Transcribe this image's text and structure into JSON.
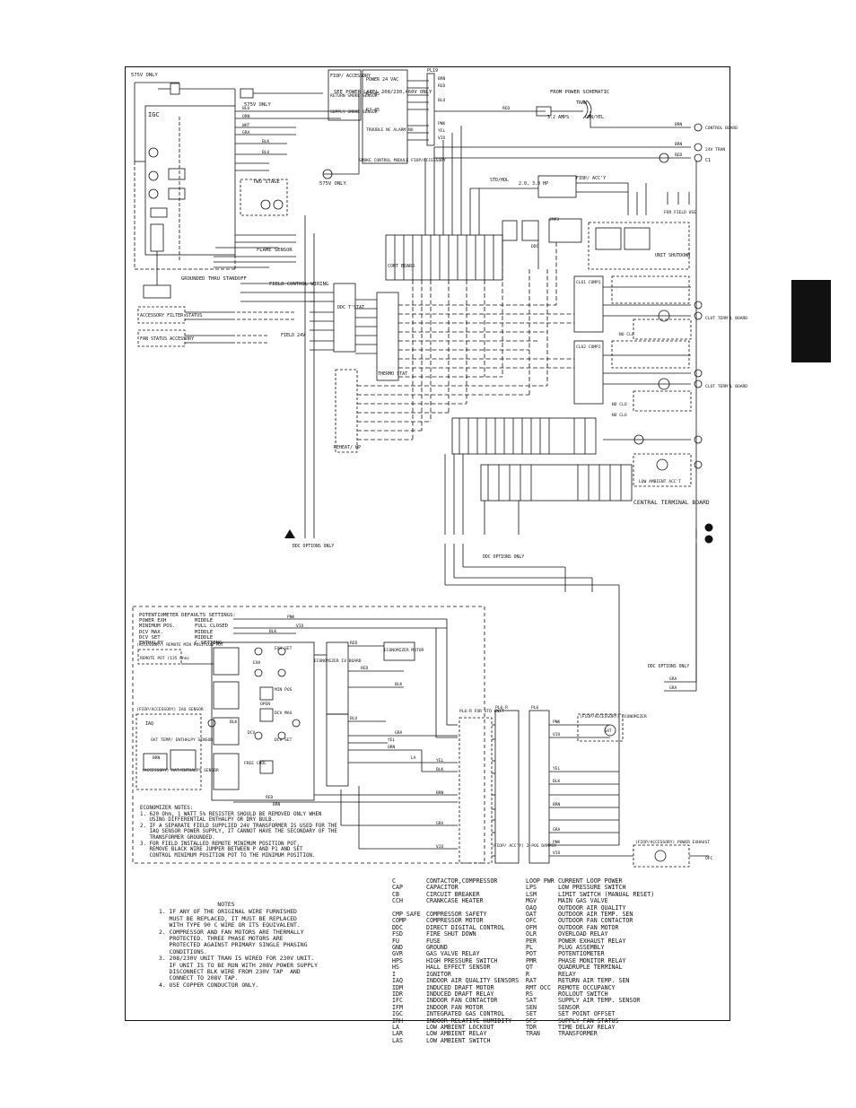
{
  "labels": {
    "v575_only_top": "575V ONLY",
    "v575_only_right": "575V ONLY",
    "v575_only_mid": "575V ONLY",
    "see_power_label": "SEE POWER LABEL 208/230,460V ONLY",
    "igc": "IGC",
    "two_stage": "TWO STAGE",
    "flame_sensor": "FLAME SENSOR",
    "grounded_thru_standoff": "GROUNDED THRU STANDOFF",
    "field_control_wiring": "FIELD CONTROL WIRING",
    "acc_filter_status": "ACCESSORY FILTER STATUS",
    "fan_status_accessory": "FAN STATUS ACCESSORY",
    "ddc_tstat": "DDC T'STAT",
    "thermostat": "THERMO STAT",
    "reheat_hp": "REHEAT/ HP",
    "field_24v": "FIELD 24V",
    "from_power_schematic": "FROM POWER SCHEMATIC",
    "tran": "TRAN",
    "cb_rating": "3.2 AMPS",
    "grn_yel": "GRN/YEL",
    "control_board": "CONTROL BOARD",
    "v24_tran": "24V TRAN",
    "conn_c1": "C1",
    "fiop_acc_top": "FIOP/ ACCESSORY",
    "return_smoke_sensor": "RETURN SMOKE SENSOR",
    "supply_smoke_sensor": "SUPPLY SMOKE SENSOR",
    "power_24vac": "POWER 24 VAC",
    "rj45_a": "RJ-45",
    "rj45_b": "RJ-45",
    "trouble_alarm": "TROUBLE NC ALARM NO",
    "smoke_control_module": "SMOKE CONTROL MODULE FIOP/ACCESSORY",
    "pl19": "PL19",
    "hp_rating": "2.0, 3.0 HP",
    "std_unit_rating": "STD/HOL",
    "fiop_acc_right": "FIOP/ ACC'Y",
    "for_field_use": "FOR FIELD USE",
    "cont_board": "CONT BOARD",
    "unit_shutdown": "UNIT SHUTDOWN",
    "jmp3": "JMP3",
    "ddc_small": "DDC",
    "clo1": "CLO1 COMP1",
    "clo2": "CLO2 COMP2",
    "cont_term_board_1": "CLOT TERM'L BOARD",
    "cont_term_board_2": "CLOT TERM'L BOARD",
    "no_clo": "NO CLO",
    "no_clo_2": "NO CLO",
    "no_clo_3": "NO CLO",
    "low_ambient_acc": "LOW AMBIENT ACC'T",
    "central_terminal_board": "CENTRAL TERMINAL BOARD",
    "ddc_options_only_left": "DDC OPTIONS ONLY",
    "ddc_options_only_mid": "DDC OPTIONS ONLY",
    "ddc_options_only_right": "DDC OPTIONS ONLY",
    "accessory_remote_pot": "(ACCESSORY) REMOTE MIN POSITION POT",
    "remote_pot": "REMOTE POT (135 Ohm)",
    "fiop_acc_iaq": "(FIOP/ACCESSORY) IAQ SENSOR",
    "iaq": "IAQ",
    "oat_enthalpy": "OAT TEMP/ ENTHALPY SENSOR",
    "acc_rat": "(ACCESSORY) RAT/ENTHALPY SENSOR",
    "economizer_board": "ECONOMIZER IV BOARD",
    "economizer_motor": "ECONOMIZER MOTOR",
    "free_cool": "FREE COOL",
    "open": "OPEN",
    "min_pos": "MIN POS",
    "dcv_max": "DCV MAX",
    "dcv_set": "DCV SET",
    "exh_set": "EXH SET",
    "dcv": "DCV",
    "exh": "EXH",
    "pl6_for_std": "PL6-R FOR STD UNIT",
    "pl6_r": "PL6-R",
    "pl6": "PL6",
    "fiop_acc_eco": "(FIOP/ACCESSORY) ECONOMIZER",
    "fiop_acc_2pos": "(FIOP/ ACC'Y) 2-POS DAMPER",
    "fiop_acc_pe": "(FIOP/ACCESSORY) POWER EXHAUST",
    "ofc": "OFC",
    "sat": "SAT",
    "la": "LA"
  },
  "wires": {
    "blk": "BLK",
    "wht": "WHT",
    "red": "RED",
    "brn": "BRN",
    "org": "ORN",
    "yel": "YEL",
    "blu": "BLU",
    "gra": "GRA",
    "vio": "VIO",
    "pnk": "PNK",
    "grn": "GRN"
  },
  "potentiometer": {
    "title": "POTENTIOMETER DEFAULTS SETTINGS:",
    "rows": [
      [
        "POWER EXH",
        "MIDDLE"
      ],
      [
        "MINIMUM POS.",
        "FULL CLOSED"
      ],
      [
        "DCV MAX.",
        "MIDDLE"
      ],
      [
        "DCV SET",
        "MIDDLE"
      ],
      [
        "ENTHALPY",
        "C SETTING"
      ]
    ]
  },
  "economizer_notes": {
    "title": "ECONOMIZER NOTES:",
    "lines": [
      "1. 620 Ohm, 1 WATT 5% RESISTER SHOULD BE REMOVED ONLY WHEN",
      "   USING DIFFERENTIAL ENTHALPY OR DRY BULB.",
      "2. IF A SEPARATE FIELD SUPPLIED 24V TRANSFORMER IS USED FOR THE",
      "   IAQ SENSOR POWER SUPPLY, IT CANNOT HAVE THE SECONDARY OF THE",
      "   TRANSFORMER GROUNDED.",
      "3. FOR FIELD INSTALLED REMOTE MINIMUM POSITION POT,",
      "   REMOVE BLACK WIRE JUMPER BETWEEN P AND P1 AND SET",
      "   CONTROL MINIMUM POSITION POT TO THE MINIMUM POSITION."
    ]
  },
  "notes": {
    "title": "NOTES",
    "lines": [
      "1. IF ANY OF THE ORIGINAL WIRE FURNISHED",
      "   MUST BE REPLACED, IT MUST BE REPLACED",
      "   WITH TYPE 90 C WIRE OR ITS EQUIVALENT.",
      "2. COMPRESSOR AND FAN MOTORS ARE THERMALLY",
      "   PROTECTED. THREE PHASE MOTORS ARE",
      "   PROTECTED AGAINST PRIMARY SINGLE PHASING",
      "   CONDITIONS.",
      "3. 208/230V UNIT TRAN IS WIRED FOR 230V UNIT.",
      "   IF UNIT IS TO BE RUN WITH 208V POWER SUPPLY",
      "   DISCONNECT BLK WIRE FROM 230V TAP  AND",
      "   CONNECT TO 208V TAP.",
      "4. USE COPPER CONDUCTOR ONLY."
    ]
  },
  "legend": [
    [
      "C",
      "CONTACTOR,COMPRESSOR",
      "LOOP PWR",
      "CURRENT LOOP POWER"
    ],
    [
      "CAP",
      "CAPACITOR",
      "LPS",
      "LOW PRESSURE SWITCH"
    ],
    [
      "CB",
      "CIRCUIT BREAKER",
      "LSM",
      "LIMIT SWITCH (MANUAL RESET)"
    ],
    [
      "CCH",
      "CRANKCASE HEATER",
      "MGV",
      "MAIN GAS VALVE"
    ],
    [
      "",
      "",
      "OAQ",
      "OUTDOOR AIR QUALITY"
    ],
    [
      "CMP SAFE",
      "COMPRESSOR SAFETY",
      "OAT",
      "OUTDOOR AIR TEMP. SEN"
    ],
    [
      "COMP",
      "COMPRESSOR MOTOR",
      "OFC",
      "OUTDOOR FAN CONTACTOR"
    ],
    [
      "DDC",
      "DIRECT DIGITAL CONTROL",
      "OFM",
      "OUTDOOR FAN MOTOR"
    ],
    [
      "FSD",
      "FIRE SHUT DOWN",
      "OLR",
      "OVERLOAD RELAY"
    ],
    [
      "FU",
      "FUSE",
      "PER",
      "POWER EXHAUST RELAY"
    ],
    [
      "GND",
      "GROUND",
      "PL",
      "PLUG ASSEMBLY"
    ],
    [
      "GVR",
      "GAS VALVE RELAY",
      "POT",
      "POTENTIOMETER"
    ],
    [
      "HPS",
      "HIGH PRESSURE SWITCH",
      "PMR",
      "PHASE MONITOR RELAY"
    ],
    [
      "HS",
      "HALL EFFECT SENSOR",
      "QT",
      "QUADRUPLE TERMINAL"
    ],
    [
      "I",
      "IGNITOR",
      "R",
      "RELAY"
    ],
    [
      "IAQ",
      "INDOOR AIR QUALITY SENSORS",
      "RAT",
      "RETURN AIR TEMP. SEN"
    ],
    [
      "IDM",
      "INDUCED DRAFT MOTOR",
      "RMT OCC",
      "REMOTE OCCUPANCY"
    ],
    [
      "IDR",
      "INDUCED DRAFT RELAY",
      "RS",
      "ROLLOUT SWITCH"
    ],
    [
      "IFC",
      "INDOOR FAN CONTACTOR",
      "SAT",
      "SUPPLY AIR TEMP. SENSOR"
    ],
    [
      "IFM",
      "INDOOR FAN MOTOR",
      "SEN",
      "SENSOR"
    ],
    [
      "IGC",
      "INTEGRATED GAS CONTROL",
      "SET",
      "SET POINT OFFSET"
    ],
    [
      "IRH",
      "INDOOR RELATIVE HUMIDITY",
      "SFS",
      "SUPPLY FAN STATUS"
    ],
    [
      "LA",
      "LOW AMBIENT LOCKOUT",
      "TDR",
      "TIME DELAY RELAY"
    ],
    [
      "LAR",
      "LOW AMBIENT RELAY",
      "TRAN",
      "TRANSFORMER"
    ],
    [
      "LAS",
      "LOW AMBIENT SWITCH",
      "",
      ""
    ]
  ]
}
